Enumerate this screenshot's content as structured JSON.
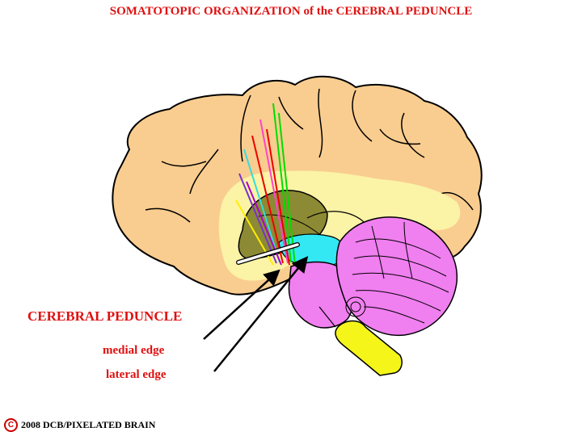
{
  "title": "SOMATOTOPIC ORGANIZATION of the CEREBRAL PEDUNCLE",
  "labels": {
    "cerebral_peduncle": "CEREBRAL PEDUNCLE",
    "medial_edge": "medial edge",
    "lateral_edge": "lateral edge"
  },
  "copyright": {
    "symbol": "C",
    "text": "2008  DCB/PIXELATED BRAIN"
  },
  "colors": {
    "text_red": "#e01010",
    "cortex": "#f9cd8f",
    "white_matter": "#fbf3a6",
    "thalamus": "#8c8a34",
    "midbrain_cyan": "#33e8f2",
    "cerebellum": "#f07ff0",
    "medulla": "#f5f51a",
    "fiber_colors": [
      "#00dd00",
      "#ff44cc",
      "#ee0000",
      "#aa00cc",
      "#33dddd",
      "#7733cc",
      "#ffee00"
    ]
  }
}
